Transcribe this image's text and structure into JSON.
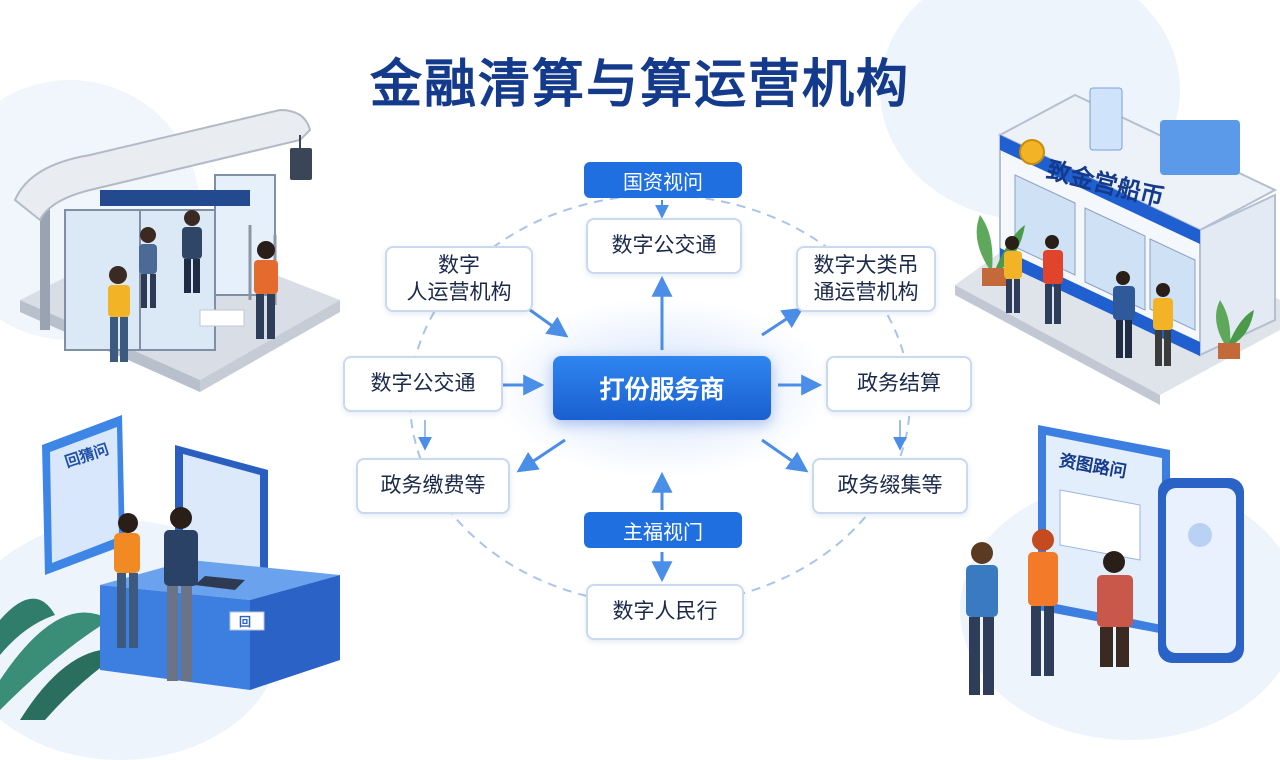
{
  "title": "金融清算与算运营机构",
  "diagram": {
    "center": "打份服务商",
    "top_tag": "国资视问",
    "bottom_tag": "主福视门",
    "nodes": {
      "top": "数字公交通",
      "top_left": "数字\n人运营机构",
      "top_right": "数字大类吊\n通运营机构",
      "left": "数字公交通",
      "right": "政务结算",
      "bottom_left": "政务缴费等",
      "bottom_right": "政务缀集等",
      "bottom": "数字人民行"
    }
  },
  "illustrations": {
    "bank_sign": "致金営船币",
    "kiosk_sign": "回猜问",
    "display_sign": "资图路问",
    "counter_label": "回"
  },
  "colors": {
    "accent": "#1f6fe0",
    "title": "#143a8c",
    "node_border": "#c9d9f0",
    "arrow": "#4a8ee8"
  }
}
